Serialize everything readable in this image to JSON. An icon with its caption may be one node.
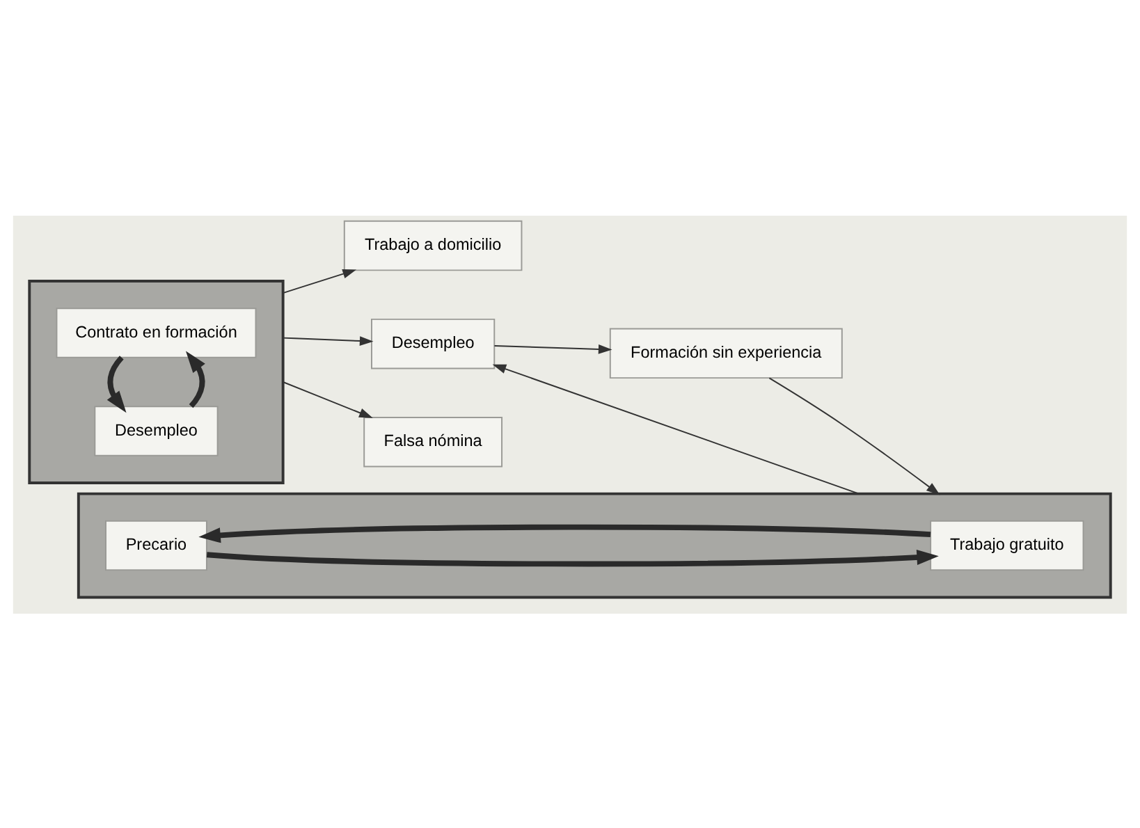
{
  "diagram": {
    "nodes": [
      {
        "text": [],
        "shape": "box"
      },
      {
        "text": [
          "Contrato en formación"
        ],
        "in": 0
      },
      {
        "text": [
          "Desempleo"
        ],
        "in": 0
      },
      {
        "text": [
          "Trabajo a domicilio"
        ]
      },
      {
        "text": [
          "Desempleo"
        ]
      },
      {
        "text": [
          "Falsa nómina"
        ]
      },
      {
        "text": [
          "Formación sin experiencia"
        ]
      },
      {
        "text": [],
        "shape": "box"
      },
      {
        "text": [
          "Trabajo gratuito"
        ],
        "in": 7
      },
      {
        "text": [
          "Precario"
        ],
        "in": 7
      }
    ],
    "edges": [
      {
        "from": 2,
        "to": 1,
        "arrow": "to",
        "style": "thick"
      },
      {
        "from": 1,
        "to": 2,
        "arrow": "to",
        "style": "thick"
      },
      {
        "from": 0,
        "to": 3,
        "arrow": "to"
      },
      {
        "from": 0,
        "to": 4,
        "arrow": "to"
      },
      {
        "from": 0,
        "to": 5,
        "arrow": "to"
      },
      {
        "from": 4,
        "to": 6,
        "arrow": "to"
      },
      {
        "from": 6,
        "to": 7,
        "arrow": "to"
      },
      {
        "from": 7,
        "to": 4,
        "arrow": "to"
      },
      {
        "from": 9,
        "to": 8,
        "arrow": "to",
        "style": "thick"
      },
      {
        "from": 8,
        "to": 9,
        "arrow": "to",
        "style": "thick"
      }
    ]
  }
}
